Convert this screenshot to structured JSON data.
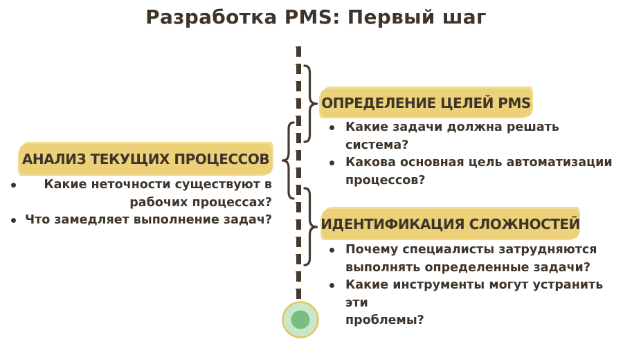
{
  "title": "Разработка PMS: Первый шаг",
  "colors": {
    "background": "#FFFFFF",
    "ink": "#3E342B",
    "stroke": "#46392E",
    "highlight": "#ECD179",
    "highlight_soft": "#F0DC94",
    "circle_light": "#C9E8CB",
    "circle_ring": "#E6C25F",
    "circle_dark": "#79BD81"
  },
  "icons": {
    "timeline": "dashed-vertical-line",
    "end_marker": "circle-marker",
    "brace_left": "curly-brace-left",
    "brace_right_top": "curly-brace-right",
    "brace_right_bottom": "curly-brace-right"
  },
  "left_section": {
    "heading": "АНАЛИЗ ТЕКУЩИХ ПРОЦЕССОВ",
    "bullets": [
      "Какие неточности существуют в\nрабочих процессах?",
      "Что замедляет выполнение задач?"
    ]
  },
  "right_top_section": {
    "heading": "ОПРЕДЕЛЕНИЕ ЦЕЛЕЙ PMS",
    "bullets": [
      "Какие задачи должна решать\nсистема?",
      "Какова основная цель автоматизации\nпроцессов?"
    ]
  },
  "right_bottom_section": {
    "heading": "ИДЕНТИФИКАЦИЯ СЛОЖНОСТЕЙ",
    "bullets": [
      "Почему специалисты затрудняются\nвыполнять определенные задачи?",
      "Какие инструменты могут устранить эти\nпроблемы?"
    ]
  }
}
